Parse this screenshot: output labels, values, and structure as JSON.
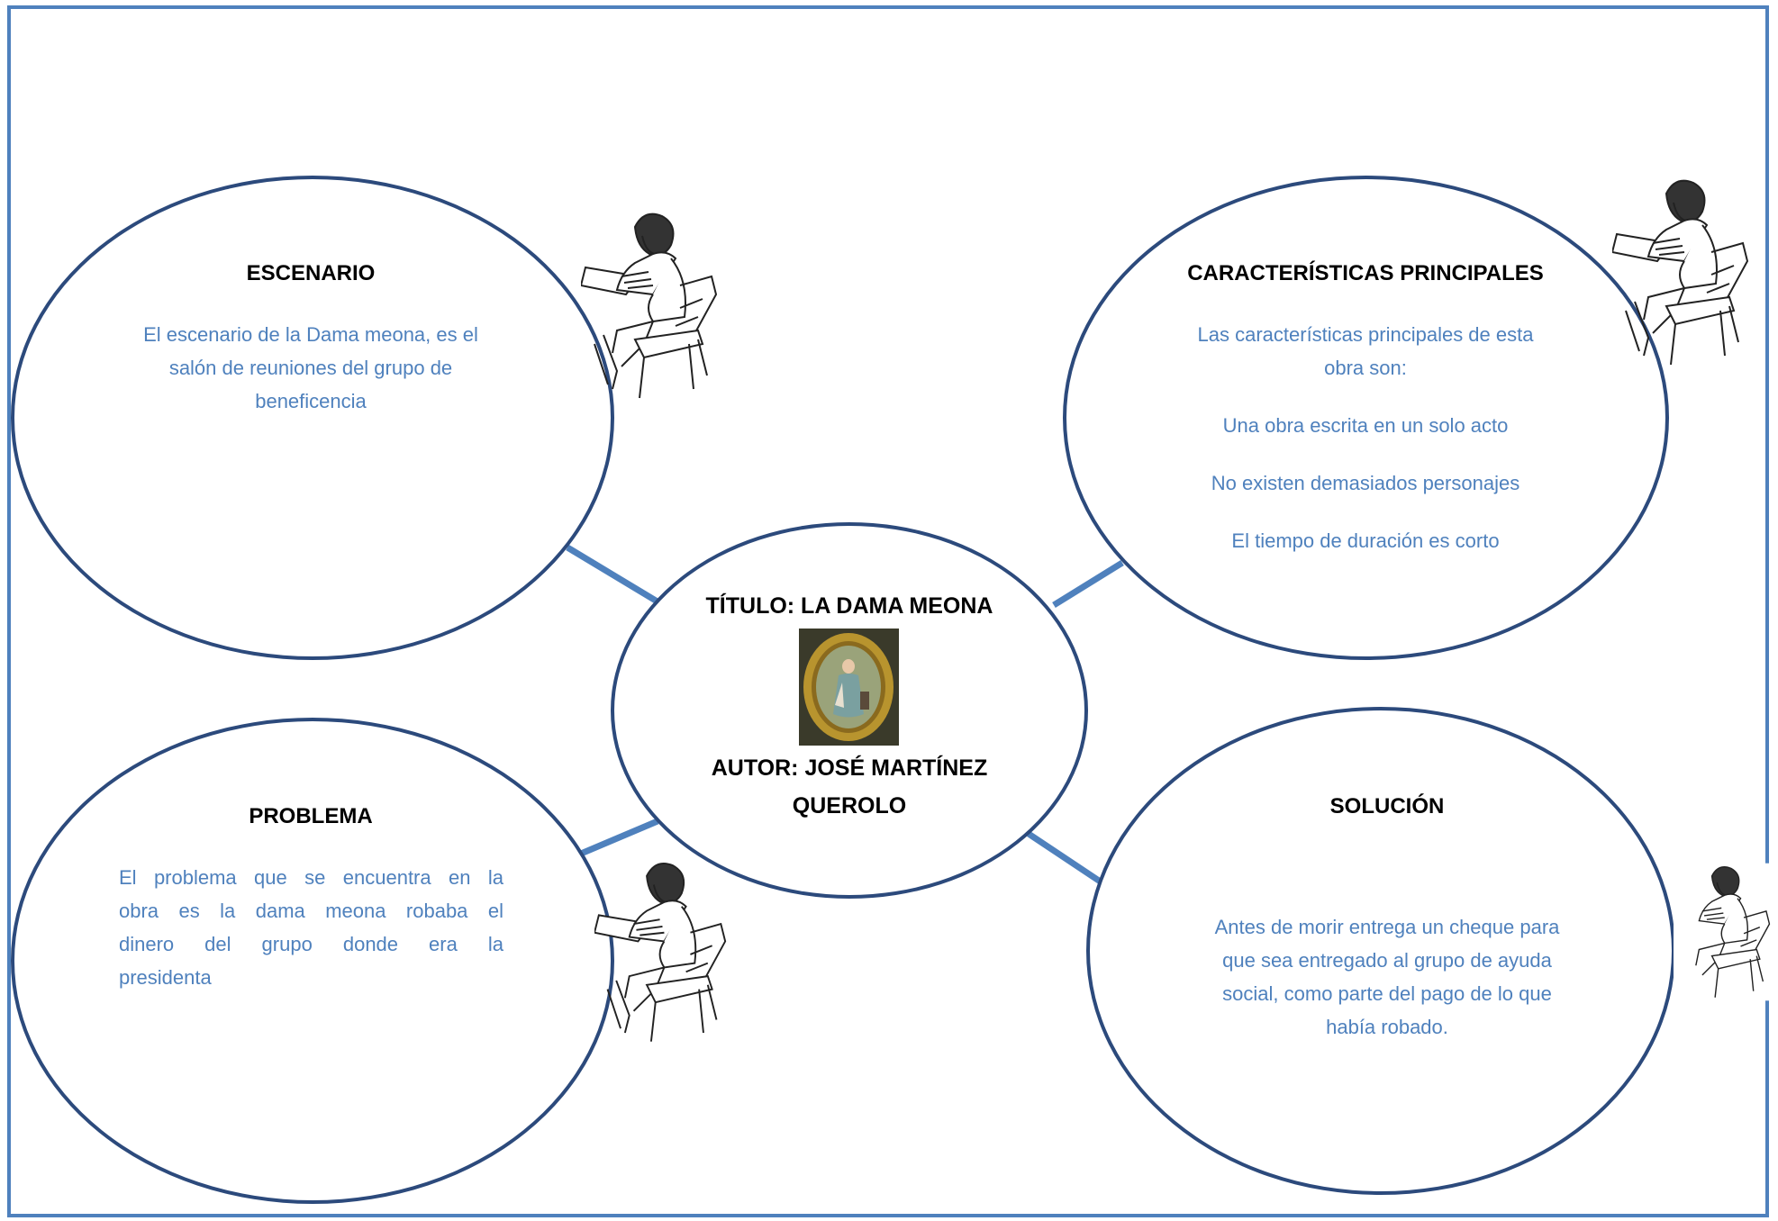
{
  "center": {
    "title": "TÍTULO: LA DAMA MEONA",
    "author_line1": "AUTOR: JOSÉ MARTÍNEZ",
    "author_line2": "QUEROLO"
  },
  "escenario": {
    "heading": "ESCENARIO",
    "lines": [
      "El escenario de la Dama meona, es el",
      "salón de reuniones del grupo de",
      "beneficencia"
    ]
  },
  "caracteristicas": {
    "heading": "CARACTERÍSTICAS PRINCIPALES",
    "intro_lines": [
      "Las características principales de esta",
      "obra son:"
    ],
    "items": [
      "Una obra escrita en un solo acto",
      "No existen demasiados personajes",
      "El tiempo de duración es  corto"
    ]
  },
  "problema": {
    "heading": "PROBLEMA",
    "lines": [
      "El problema que se encuentra en la",
      "obra es la dama meona robaba el",
      "dinero del grupo donde era la",
      "presidenta"
    ]
  },
  "solucion": {
    "heading": "SOLUCIÓN",
    "lines": [
      "Antes de morir entrega un cheque para",
      "que sea entregado al grupo de ayuda",
      "social, como parte del pago de lo que",
      "había robado."
    ]
  },
  "colors": {
    "frame": "#4F81BD",
    "ellipse_border": "#2C4A7C",
    "body_text": "#4F81BD",
    "heading_text": "#000000"
  },
  "icons": [
    "student-at-desk-icon",
    "portrait-painting-icon"
  ]
}
